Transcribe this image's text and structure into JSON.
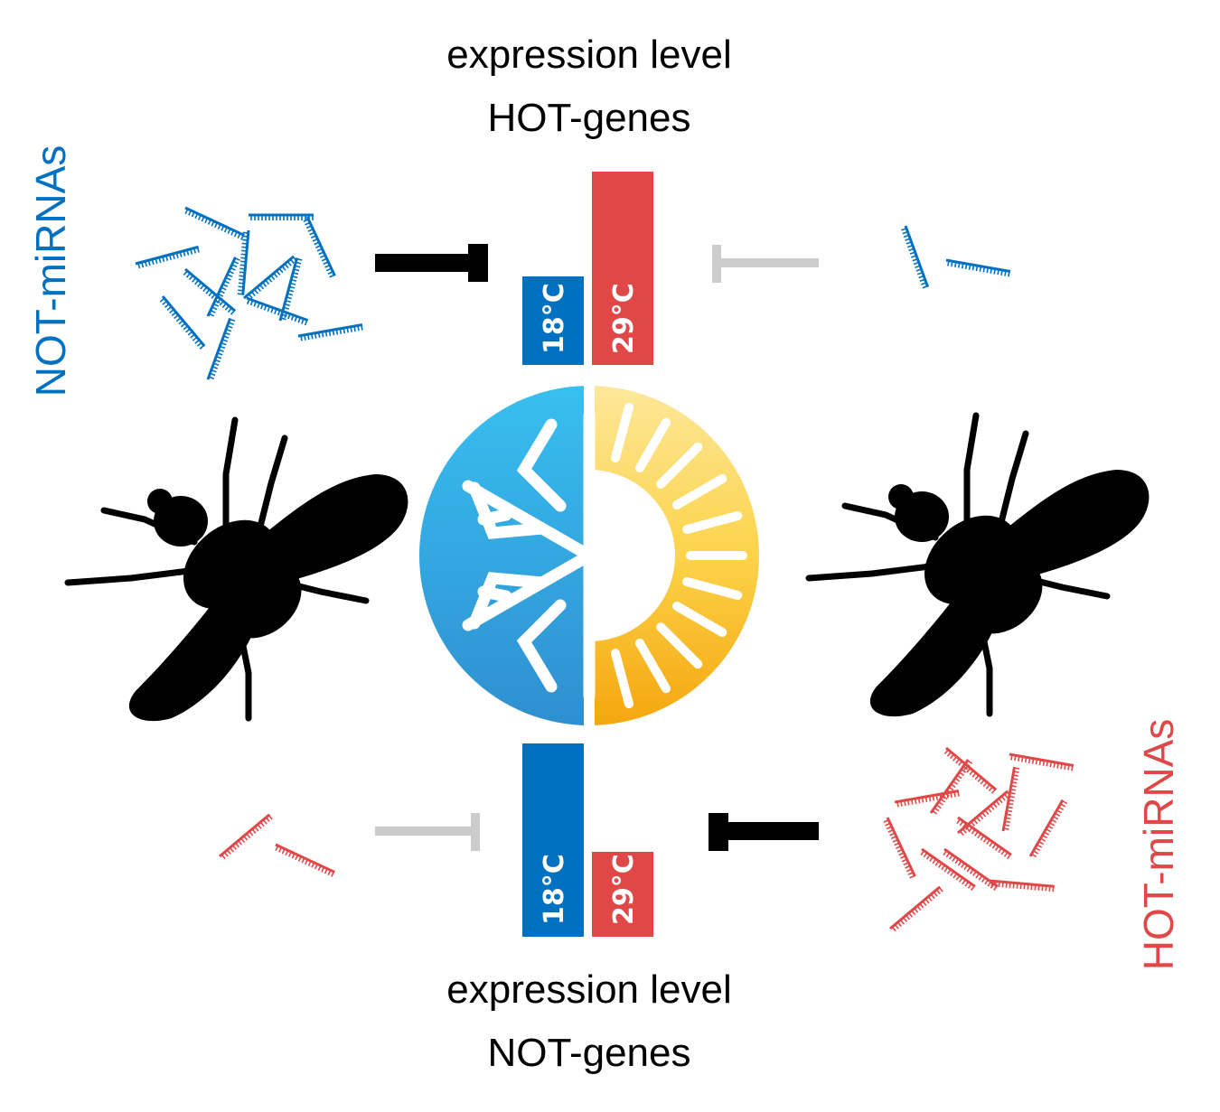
{
  "top_title": {
    "line1": "expression level",
    "line2": "HOT-genes"
  },
  "bottom_title": {
    "line1": "expression level",
    "line2": "NOT-genes"
  },
  "left_label": "NOT-miRNAs",
  "right_label": "HOT-miRNAs",
  "top_bars": [
    {
      "label": "18°C",
      "level": 0.46,
      "color": "#0070c0"
    },
    {
      "label": "29°C",
      "level": 1.0,
      "color": "#e04848"
    }
  ],
  "bottom_bars": [
    {
      "label": "18°C",
      "level": 1.0,
      "color": "#0070c0"
    },
    {
      "label": "29°C",
      "level": 0.44,
      "color": "#e04848"
    }
  ],
  "colors": {
    "not_mirna": "#0070c0",
    "hot_mirna": "#e04848",
    "strong_inhibition": "#000000",
    "weak_inhibition": "#cccccc",
    "cold": "#34a7e0",
    "hot": "#f7b81c"
  },
  "icons": [
    "fly-icon",
    "snowflake-icon",
    "sun-icon",
    "inhibition-arrow-icon",
    "mirna-icon"
  ]
}
